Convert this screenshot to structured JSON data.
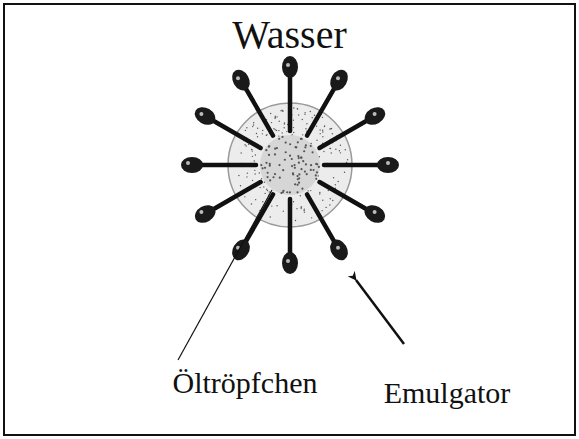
{
  "diagram": {
    "nodes": [
      {
        "text": [
          "Wasser"
        ]
      }
    ],
    "labels": [
      "Öltröpfchen",
      "Emulgator"
    ]
  }
}
